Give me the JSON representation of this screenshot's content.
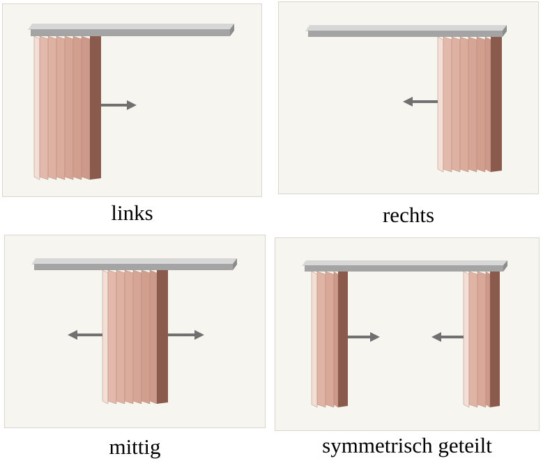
{
  "colors": {
    "panel_bg": "#f7f5f0",
    "rail_top": "#d7d7d7",
    "rail_front": "#a4a4a4",
    "slat_light": "#f3dfd6",
    "slat_mid": "#cfa193",
    "slat_dark": "#8a5b4c",
    "arrow": "#707070"
  },
  "panels": [
    {
      "id": "links",
      "caption": "links",
      "arrows": [
        "right"
      ]
    },
    {
      "id": "rechts",
      "caption": "rechts",
      "arrows": [
        "left"
      ]
    },
    {
      "id": "mittig",
      "caption": "mittig",
      "arrows": [
        "left",
        "right"
      ]
    },
    {
      "id": "symmetrisch",
      "caption": "symmetrisch geteilt",
      "arrows": [
        "right",
        "left"
      ]
    }
  ]
}
